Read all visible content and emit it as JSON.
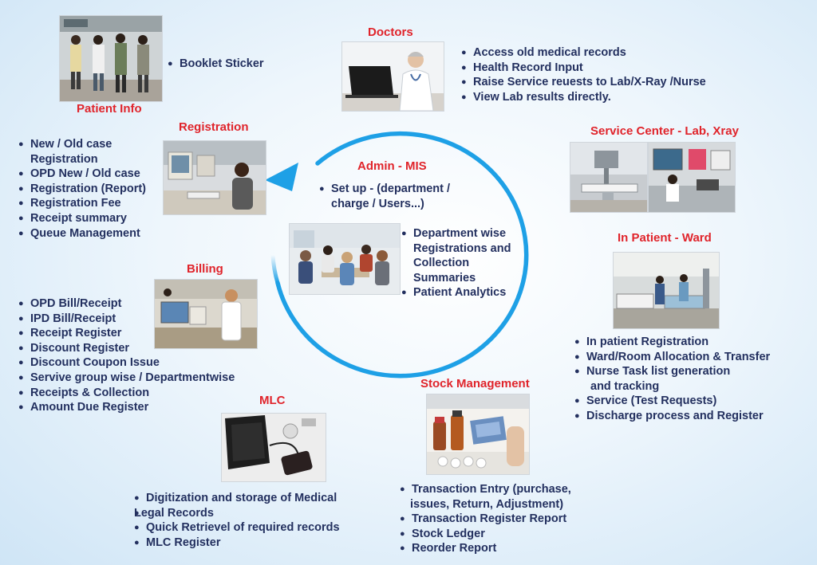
{
  "admin": {
    "title": "Admin - MIS",
    "setup": [
      "Set up - (department /",
      "charge / Users...)"
    ],
    "items": [
      "Department wise",
      "Registrations and",
      "Collection",
      "Summaries",
      "Patient Analytics"
    ]
  },
  "patient_info": {
    "title": "Patient Info",
    "items": [
      "Booklet Sticker"
    ]
  },
  "doctors": {
    "title": "Doctors",
    "items": [
      "Access old medical records",
      "Health Record Input",
      "Raise Service reuests to Lab/X-Ray /Nurse",
      "View Lab results directly."
    ]
  },
  "registration": {
    "title": "Registration",
    "items": [
      "New / Old case",
      "Registration",
      "OPD New / Old case",
      "Registration (Report)",
      "Registration Fee",
      "Receipt summary",
      "Queue Management"
    ]
  },
  "service_center": {
    "title": "Service Center - Lab, Xray"
  },
  "in_patient": {
    "title": "In Patient - Ward",
    "items": [
      "In patient Registration",
      "Ward/Room Allocation & Transfer",
      "Nurse Task list generation",
      "and tracking",
      "Service (Test Requests)",
      "Discharge process and Register"
    ]
  },
  "billing": {
    "title": "Billing",
    "items": [
      "OPD Bill/Receipt",
      "IPD Bill/Receipt",
      "Receipt Register",
      "Discount Register",
      "Discount Coupon Issue",
      "Servive group wise / Departmentwise",
      "Receipts & Collection",
      "Amount Due Register"
    ]
  },
  "mlc": {
    "title": "MLC",
    "items": [
      "Digitization and storage of Medical",
      "Legal Records",
      "Quick Retrievel of required records",
      "MLC Register"
    ]
  },
  "stock": {
    "title": "Stock Management",
    "items": [
      "Transaction Entry (purchase,",
      "issues, Return, Adjustment)",
      "Transaction Register Report",
      "Stock Ledger",
      "Reorder Report"
    ]
  },
  "colors": {
    "title_red": "#e0242b",
    "text_navy": "#23305f",
    "cycle_blue": "#1ea0e6"
  }
}
